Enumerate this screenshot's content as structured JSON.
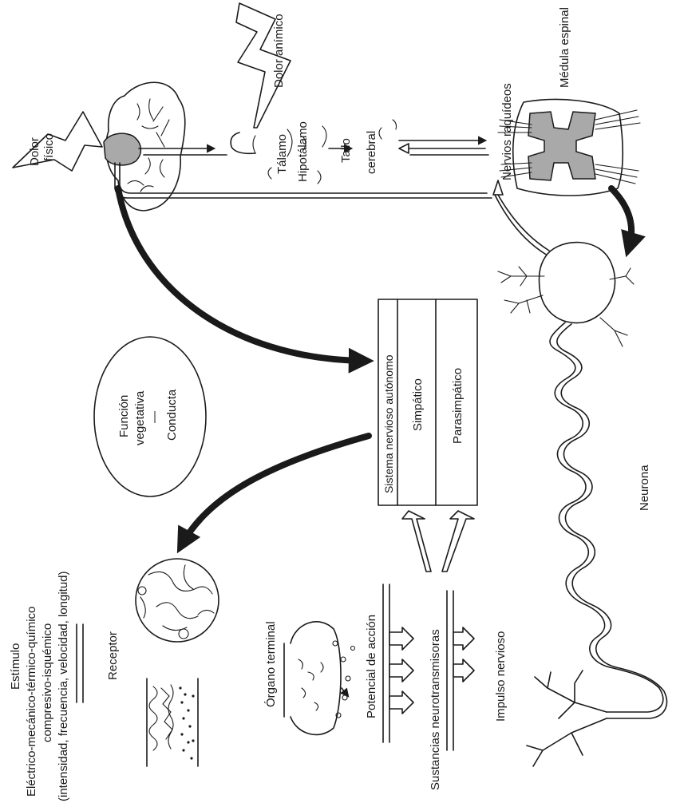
{
  "labels": {
    "dolor_animico": "Dolor anímico",
    "medula_espinal": "Médula espinal",
    "nervios_raquideos": "Nervios raquídeos",
    "dolor": "Dolor",
    "fisico": "físico",
    "talamo": "Tálamo",
    "hipotalamo": "Hipotálamo",
    "tallo": "Tallo",
    "cerebral": "cerebral",
    "funcion": "Función",
    "vegetativa": "vegetativa",
    "separator": "—",
    "conducta": "Conducta",
    "sistema_nervioso_autonomo": "Sistema nervioso autónomo",
    "simpatico": "Simpático",
    "parasimpatico": "Parasimpático",
    "neurona": "Neurona",
    "estimulo": "Estímulo",
    "estimulo_tipos": "Eléctrico-mecánico-térmico-químico",
    "compresivo": "compresivo-isquémico",
    "parametros": "(intensidad, frecuencia, velocidad, longitud)",
    "receptor": "Receptor",
    "organo_terminal": "Órgano terminal",
    "potencial_accion": "Potencial de acción",
    "sustancias": "Sustancias neurotransmisoras",
    "impulso": "Impulso nervioso"
  }
}
